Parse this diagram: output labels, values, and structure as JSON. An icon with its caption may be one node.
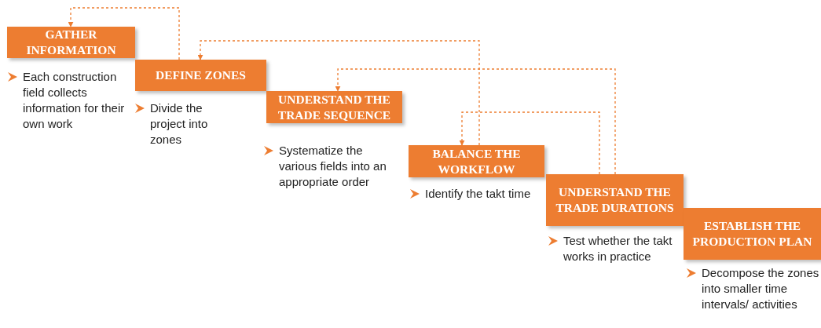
{
  "diagram": {
    "nodes": [
      {
        "text": [
          "GATHER INFORMATION"
        ],
        "beside": [
          "Each construction field collects information for their own work"
        ]
      },
      {
        "text": [
          "DEFINE ZONES"
        ],
        "beside": [
          "Divide the project into zones"
        ]
      },
      {
        "text": [
          "UNDERSTAND THE TRADE SEQUENCE"
        ],
        "beside": [
          "Systematize the various fields into an  appropriate order"
        ]
      },
      {
        "text": [
          "BALANCE THE WORKFLOW"
        ],
        "beside": [
          "Identify the takt time"
        ]
      },
      {
        "text": [
          "UNDERSTAND THE TRADE DURATIONS"
        ],
        "beside": [
          "Test whether the takt works in practice"
        ]
      },
      {
        "text": [
          "ESTABLISH THE PRODUCTION PLAN"
        ],
        "beside": [
          "Decompose the zones into smaller time intervals/ activities"
        ]
      }
    ],
    "edges": [
      {
        "from": 1,
        "to": 0,
        "arrow": "to",
        "style": "dashed"
      },
      {
        "from": 3,
        "to": 1,
        "arrow": "to",
        "style": "dashed"
      },
      {
        "from": 4,
        "to": 2,
        "arrow": "to",
        "style": "dashed"
      },
      {
        "from": 4,
        "to": 3,
        "arrow": "to",
        "style": "dashed"
      }
    ]
  }
}
